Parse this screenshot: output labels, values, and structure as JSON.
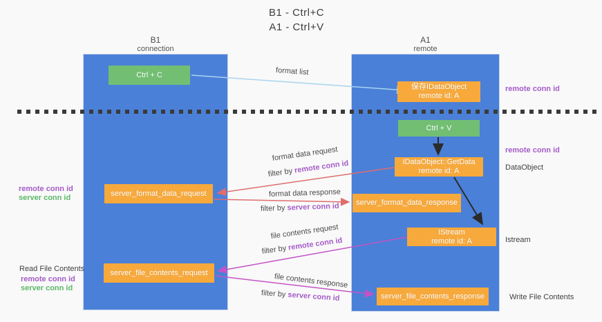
{
  "title": {
    "line1": "B1 - Ctrl+C",
    "line2": "A1 - Ctrl+V"
  },
  "columns": {
    "b1": {
      "name": "B1",
      "subtitle": "connection"
    },
    "a1": {
      "name": "A1",
      "subtitle": "remote"
    }
  },
  "boxes": {
    "ctrl_c": "Ctrl + C",
    "ctrl_v": "Ctrl + V",
    "save_idataobject": {
      "line1": "保存IDataObject",
      "line2": "remote id: A"
    },
    "getdata": {
      "line1": "IDataObject::GetData",
      "line2": "remote id: A"
    },
    "istream": {
      "line1": "IStream",
      "line2": "remote id: A"
    },
    "server_format_data_request": "server_format_data_request",
    "server_format_data_response": "server_format_data_response",
    "server_file_contents_request": "server_file_contents_request",
    "server_file_contents_response": "server_file_contents_response"
  },
  "side_labels": {
    "remote_conn_id": "remote conn id",
    "server_conn_id": "server conn id",
    "dataobject": "DataObject",
    "istream": "Istream",
    "read_file_contents": "Read File Contents",
    "write_file_contents": "Write File Contents"
  },
  "arrow_labels": {
    "format_list": "format list",
    "format_data_request": "format data request",
    "format_data_response": "format data response",
    "file_contents_request": "file contents request",
    "file_contents_response": "file contents response",
    "filter_by": "filter by ",
    "remote_conn_id": "remote conn id",
    "server_conn_id": "server conn id"
  },
  "colors": {
    "column_blue": "#4a80d8",
    "box_orange": "#f7a93c",
    "box_green": "#72bf74",
    "arrow_light_blue": "#a8d4f0",
    "arrow_red": "#e06c6c",
    "arrow_magenta": "#c553c5",
    "arrow_black": "#2b2b2b",
    "label_purple": "#a45cc8",
    "label_green": "#5cb86a"
  }
}
